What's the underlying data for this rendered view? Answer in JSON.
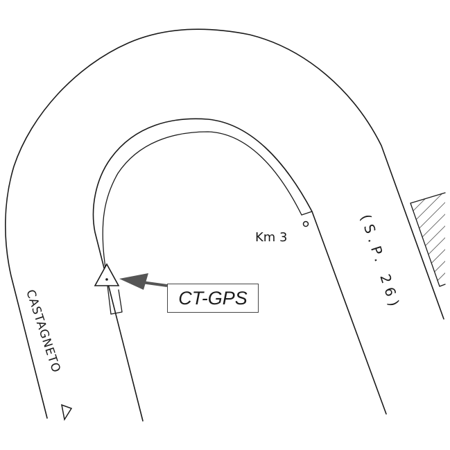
{
  "map": {
    "km_marker": "Km 3",
    "road_name": "(S.P. 26)",
    "direction_label": "CASTAGNETO",
    "point_label": "CT-GPS"
  },
  "colors": {
    "ink": "#1a1a1a",
    "arrow": "#555555",
    "background": "#ffffff"
  },
  "icons": [
    "gps-point-triangle-icon",
    "direction-triangle-icon",
    "km-marker-circle-icon",
    "pointer-arrow-icon"
  ]
}
